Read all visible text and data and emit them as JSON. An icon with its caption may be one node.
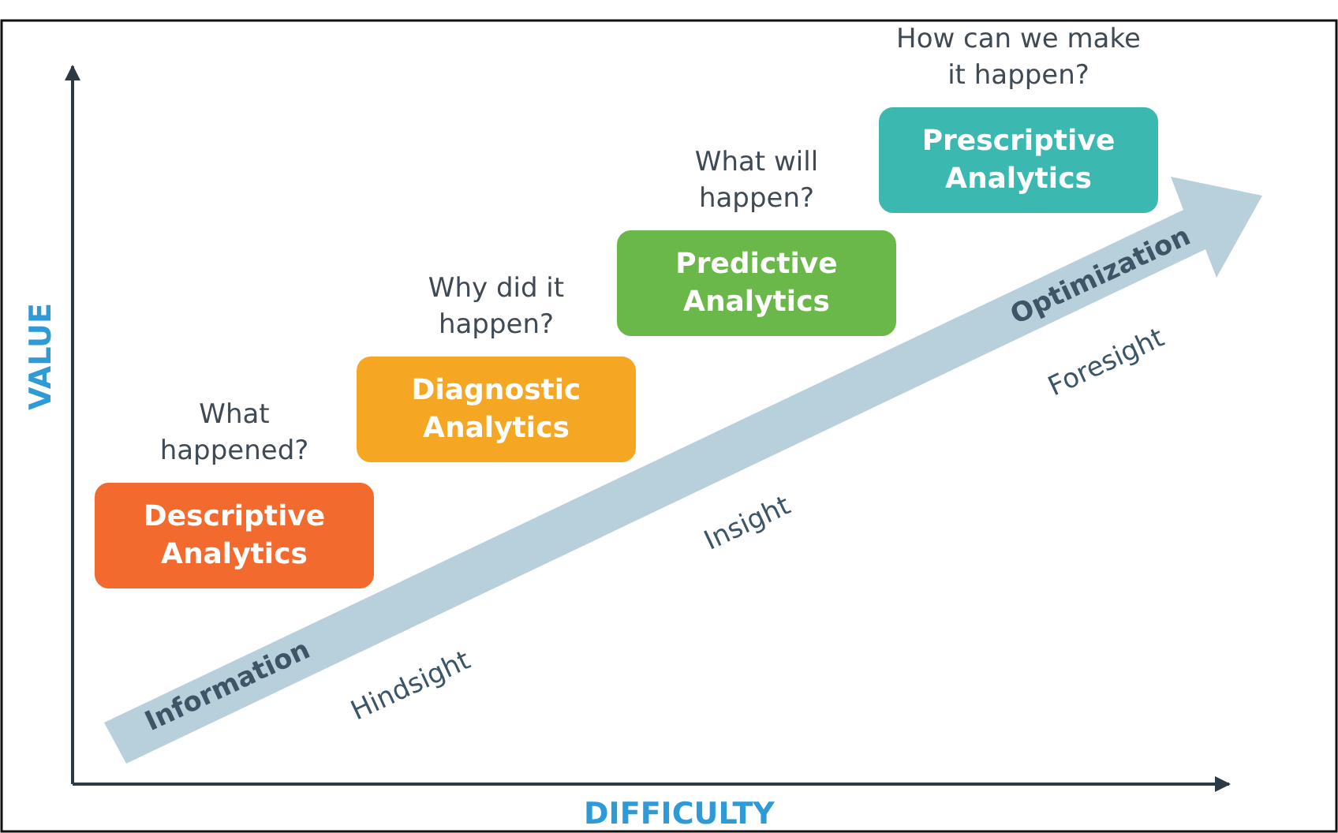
{
  "diagram": {
    "nodes": [
      {
        "text": [
          "Descriptive Analytics"
        ],
        "beside": [
          "What happened?"
        ]
      },
      {
        "text": [
          "Diagnostic Analytics"
        ],
        "beside": [
          "Why did it happen?"
        ]
      },
      {
        "text": [
          "Predictive Analytics"
        ],
        "beside": [
          "What will happen?"
        ]
      },
      {
        "text": [
          "Prescriptive Analytics"
        ],
        "beside": [
          "How can we make it happen?"
        ]
      }
    ],
    "labels": [
      "VALUE",
      "DIFFICULTY",
      "Information",
      "Hindsight",
      "Insight",
      "Optimization",
      "Foresight"
    ]
  }
}
